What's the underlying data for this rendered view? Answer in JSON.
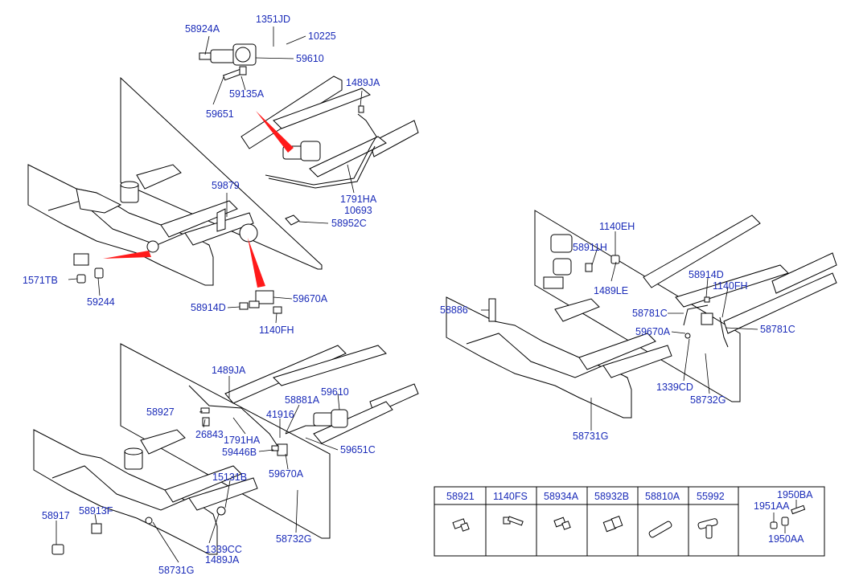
{
  "accent_color": "#1a2bb8",
  "highlight_color": "#ff1a1a",
  "top_left": {
    "labels": [
      "58924A",
      "1351JD",
      "10225",
      "59610",
      "59135A",
      "59651",
      "1489JA",
      "59879",
      "1791HA",
      "10693",
      "58952C",
      "1571TB",
      "59244",
      "58914D",
      "59670A",
      "1140FH"
    ]
  },
  "bottom_left": {
    "labels": [
      "1489JA",
      "58927",
      "26843",
      "1791HA",
      "58881A",
      "59610",
      "41916",
      "59446B",
      "59651C",
      "59670A",
      "15131B",
      "58917",
      "58913F",
      "1339CC",
      "1489JA",
      "58731G",
      "58732G"
    ]
  },
  "right": {
    "labels": [
      "1140EH",
      "58911H",
      "1489LE",
      "58914D",
      "1140FH",
      "58886",
      "58781C",
      "59670A",
      "58781C",
      "1339CD",
      "58732G",
      "58731G"
    ]
  },
  "parts_table": {
    "columns": [
      "58921",
      "1140FS",
      "58934A",
      "58932B",
      "58810A",
      "55992",
      "1950BA"
    ],
    "last_column_extra": [
      "1951AA",
      "1950AA"
    ]
  }
}
